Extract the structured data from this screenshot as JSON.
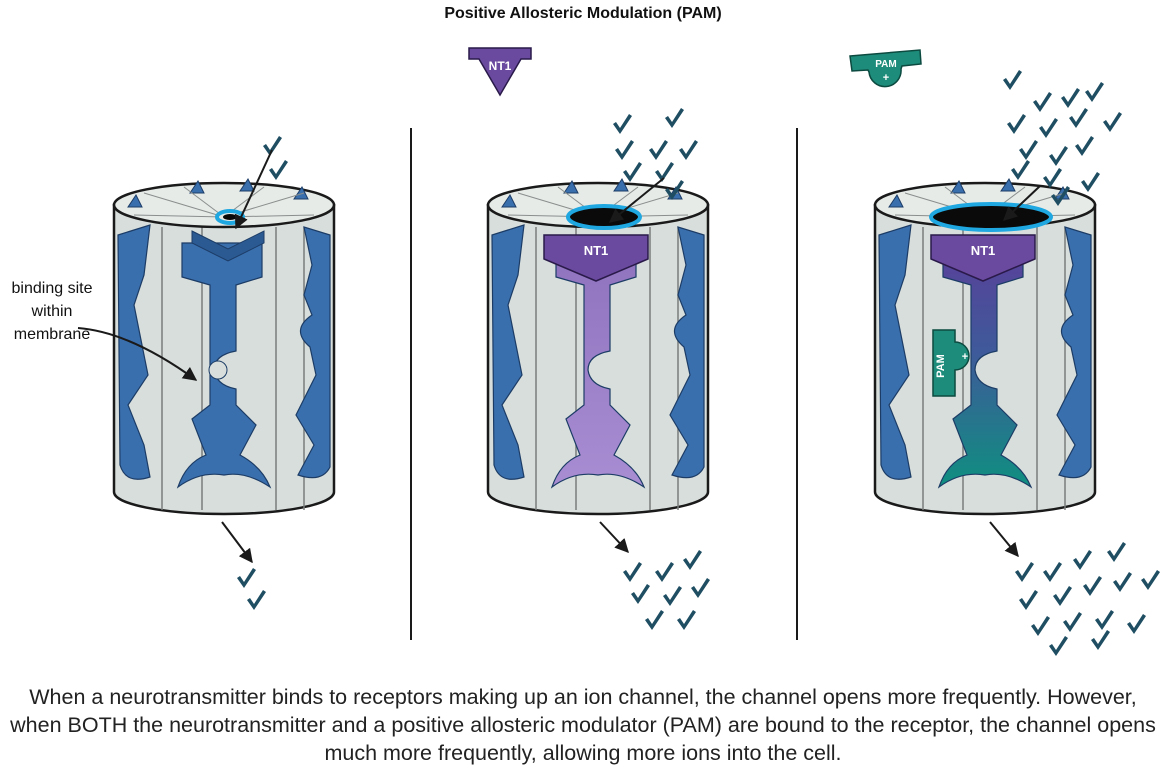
{
  "title": "Positive Allosteric Modulation (PAM)",
  "colors": {
    "receptor_blue": "#3a6fae",
    "receptor_blue_dark": "#2b5a93",
    "channel_face": "#d7dedb",
    "pore_ring": "#1ea7e0",
    "nt1_purple": "#6a4a9e",
    "nt1_light": "#9f86c8",
    "pam_teal": "#1d8c7a",
    "ion_check": "#1f4e63",
    "outline": "#1a1a1a"
  },
  "panels": [
    {
      "id": "resting",
      "label_text": "binding site within membrane",
      "ligand": null,
      "bound_ligands": [],
      "pore_state": "closed",
      "ions_above": 2,
      "ions_below": 2
    },
    {
      "id": "nt1-bound",
      "label_text": "",
      "ligand": {
        "name": "NT1",
        "icon": "nt1-ligand-icon"
      },
      "bound_ligands": [
        {
          "name": "NT1"
        }
      ],
      "pore_state": "open",
      "ions_above": 8,
      "ions_below": 8
    },
    {
      "id": "nt1-and-pam-bound",
      "label_text": "",
      "ligand": {
        "name": "PAM",
        "sign": "+",
        "icon": "pam-ligand-icon"
      },
      "bound_ligands": [
        {
          "name": "NT1"
        },
        {
          "name": "PAM",
          "sign": "+"
        }
      ],
      "pore_state": "wide-open",
      "ions_above": 15,
      "ions_below": 15
    }
  ],
  "labels": {
    "nt1": "NT1",
    "pam": "PAM",
    "plus": "+",
    "binding_site_line1": "binding site",
    "binding_site_line2": "within",
    "binding_site_line3": "membrane"
  },
  "caption": "When a neurotransmitter binds to receptors making up an ion channel, the channel opens more frequently. However, when BOTH the neurotransmitter and a positive allosteric modulator (PAM) are bound to the receptor, the channel opens much more frequently, allowing more ions into the cell."
}
